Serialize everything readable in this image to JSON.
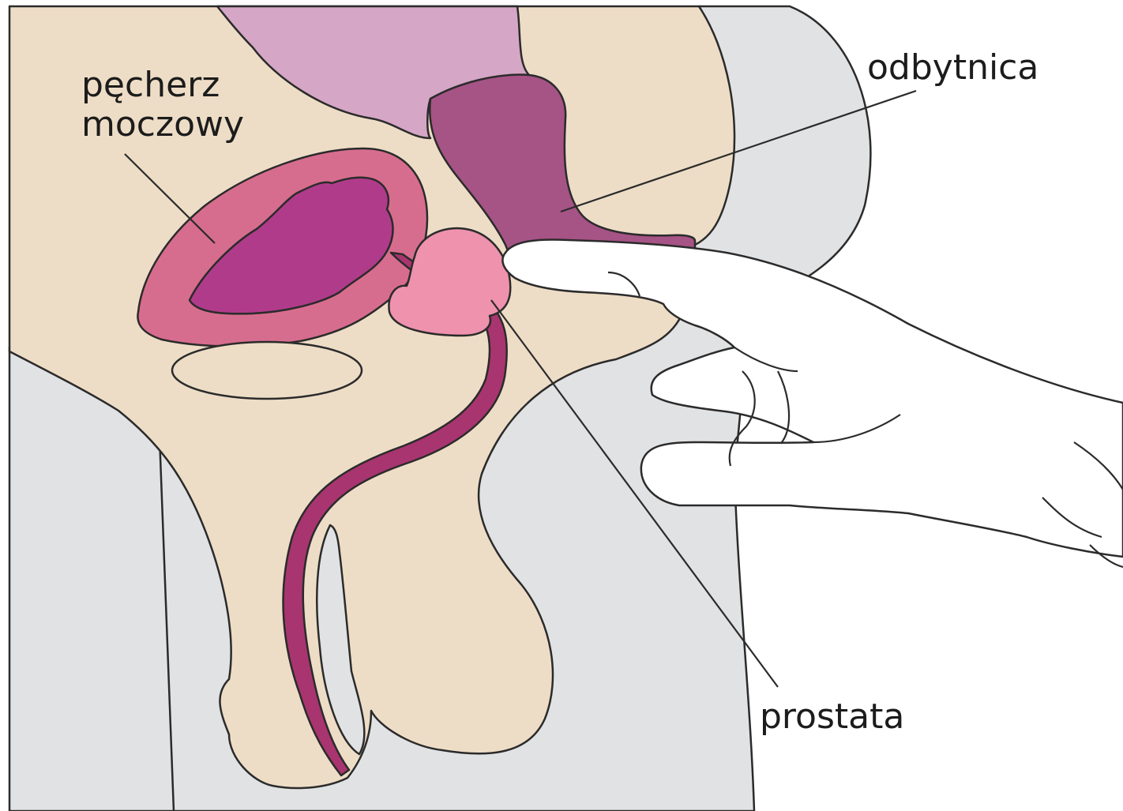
{
  "labels": {
    "bladder_line1": "pęcherz",
    "bladder_line2": "moczowy",
    "rectum": "odbytnica",
    "prostate": "prostata"
  },
  "colors": {
    "background": "#ffffff",
    "body_skin": "#eeddc6",
    "thigh_grey": "#e1e2e4",
    "intestine_lavender": "#d5a6c6",
    "rectum_mauve": "#a65386",
    "bladder_wall": "#d76d8e",
    "bladder_inner": "#b13b8b",
    "prostate_pink": "#ef92ad",
    "urethra": "#a8356f",
    "glove_white": "#ffffff",
    "outline": "#2b2b2b"
  },
  "icons": [
    "anatomy-cross-section",
    "gloved-hand"
  ]
}
